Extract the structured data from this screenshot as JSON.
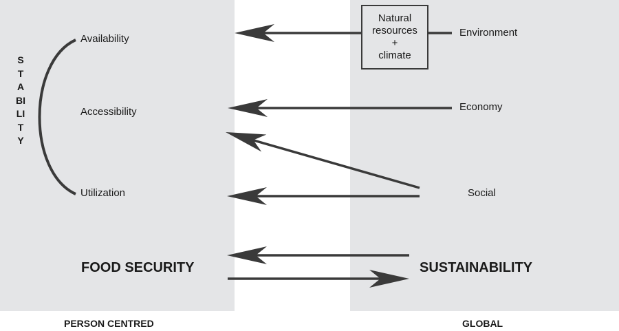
{
  "left_panel": {
    "stability_label": "STABILITY",
    "dimensions": [
      "Availability",
      "Accessibility",
      "Utilization"
    ],
    "title": "FOOD SECURITY",
    "footer": "PERSON CENTRED"
  },
  "right_panel": {
    "box_lines": [
      "Natural",
      "resources",
      "+",
      "climate"
    ],
    "drivers": [
      "Environment",
      "Economy",
      "Social"
    ],
    "title": "SUSTAINABILITY",
    "footer": "GLOBAL"
  },
  "colors": {
    "panel": "#e4e5e7",
    "ink": "#3a3a3a"
  }
}
